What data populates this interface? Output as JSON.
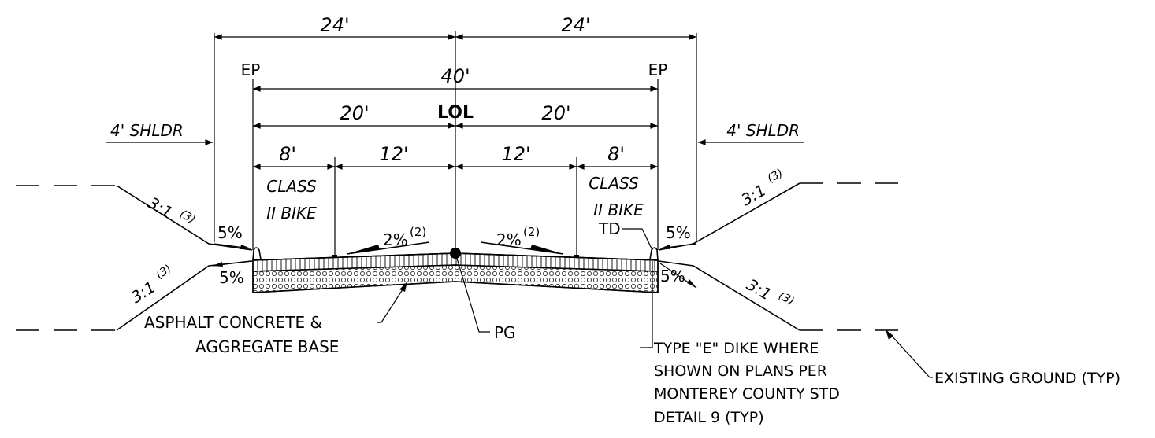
{
  "dims": {
    "left_24": "24'",
    "right_24": "24'",
    "total_40": "40'",
    "left_20": "20'",
    "right_20": "20'",
    "left_8": "8'",
    "left_12": "12'",
    "right_12": "12'",
    "right_8": "8'"
  },
  "labels": {
    "ep_left": "EP",
    "ep_right": "EP",
    "lol": "LOL",
    "shldr_left": "4' SHLDR",
    "shldr_right": "4' SHLDR",
    "bike_left_1": "CLASS",
    "bike_left_2": "II BIKE",
    "bike_right_1": "CLASS",
    "bike_right_2": "II BIKE",
    "td": "TD",
    "pg": "PG"
  },
  "slopes": {
    "cut_left": "3:1",
    "cut_left_note": "(3)",
    "cut_right": "3:1",
    "cut_right_note": "(3)",
    "fill_left": "3:1",
    "fill_left_note": "(3)",
    "fill_right": "3:1",
    "fill_right_note": "(3)",
    "shoulder_top_left": "5%",
    "shoulder_top_right": "5%",
    "shoulder_bottom_left": "5%",
    "shoulder_bottom_right": "5%",
    "cross_left": "2%",
    "cross_left_note": "(2)",
    "cross_right": "2%",
    "cross_right_note": "(2)"
  },
  "callouts": {
    "asphalt_1": "ASPHALT CONCRETE &",
    "asphalt_2": "AGGREGATE BASE",
    "dike_1": "TYPE \"E\" DIKE WHERE",
    "dike_2": "SHOWN ON PLANS PER",
    "dike_3": "MONTEREY COUNTY STD",
    "dike_4": "DETAIL 9 (TYP)",
    "existing": "EXISTING GROUND (TYP)"
  }
}
